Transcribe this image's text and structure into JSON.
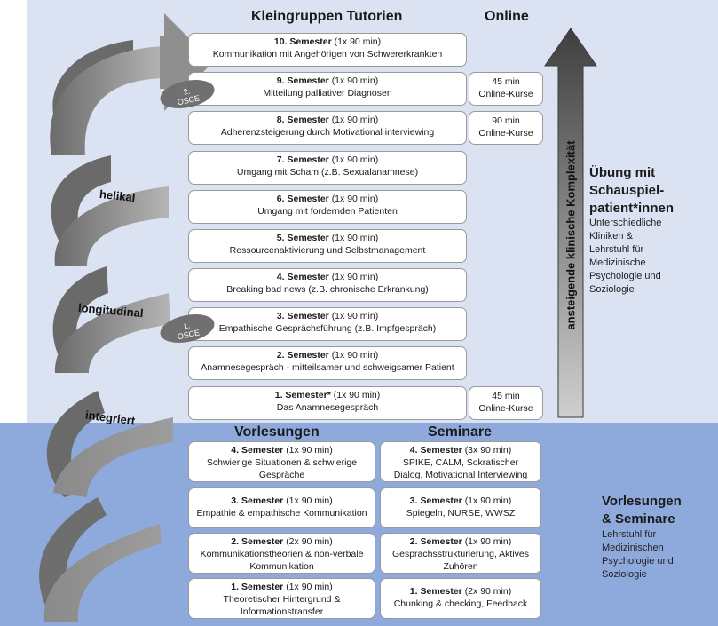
{
  "headers": {
    "tutorien": "Kleingruppen Tutorien",
    "online": "Online",
    "vorlesungen": "Vorlesungen",
    "seminare": "Seminare"
  },
  "spiral_labels": [
    "helikal",
    "longitudinal",
    "integriert"
  ],
  "osce": [
    {
      "line1": "2.",
      "line2": "OSCE"
    },
    {
      "line1": "1.",
      "line2": "OSCE"
    }
  ],
  "tutorien": [
    {
      "sem": "10. Semester",
      "dur": "(1x 90 min)",
      "topic": "Kommunikation mit Angehörigen von Schwererkrankten"
    },
    {
      "sem": "9. Semester",
      "dur": "(1x 90 min)",
      "topic": "Mitteilung palliativer Diagnosen"
    },
    {
      "sem": "8. Semester",
      "dur": "(1x 90 min)",
      "topic": "Adherenzsteigerung durch Motivational interviewing"
    },
    {
      "sem": "7. Semester",
      "dur": "(1x 90 min)",
      "topic": "Umgang mit Scham (z.B. Sexualanamnese)"
    },
    {
      "sem": "6. Semester",
      "dur": "(1x 90 min)",
      "topic": "Umgang mit fordernden Patienten"
    },
    {
      "sem": "5. Semester",
      "dur": "(1x 90 min)",
      "topic": "Ressourcenaktivierung und Selbstmanagement"
    },
    {
      "sem": "4. Semester",
      "dur": "(1x 90 min)",
      "topic": "Breaking bad news (z.B. chronische Erkrankung)"
    },
    {
      "sem": "3. Semester",
      "dur": "(1x 90 min)",
      "topic": "Empathische Gesprächsführung (z.B. Impfgespräch)"
    },
    {
      "sem": "2. Semester",
      "dur": "(1x 90 min)",
      "topic": "Anamnesegespräch - mitteilsamer und schweigsamer Patient"
    },
    {
      "sem": "1. Semester*",
      "dur": "(1x 90 min)",
      "topic": "Das Anamnesegespräch"
    }
  ],
  "online": [
    {
      "line1": "45 min",
      "line2": "Online-Kurse"
    },
    {
      "line1": "90 min",
      "line2": "Online-Kurse"
    },
    {
      "line1": "45 min",
      "line2": "Online-Kurse"
    }
  ],
  "vorlesungen": [
    {
      "sem": "4. Semester",
      "dur": "(1x 90 min)",
      "l1": "Schwierige Situationen & schwierige",
      "l2": "Gespräche"
    },
    {
      "sem": "3. Semester",
      "dur": "(1x 90 min)",
      "l1": "Empathie & empathische Kommunikation",
      "l2": ""
    },
    {
      "sem": "2. Semester",
      "dur": "(2x 90 min)",
      "l1": "Kommunikationstheorien & non-verbale",
      "l2": "Kommunikation"
    },
    {
      "sem": "1. Semester",
      "dur": "(1x 90 min)",
      "l1": "Theoretischer Hintergrund &",
      "l2": "Informationstransfer"
    }
  ],
  "seminare": [
    {
      "sem": "4. Semester",
      "dur": "(3x 90 min)",
      "l1": "SPIKE, CALM, Sokratischer",
      "l2": "Dialog, Motivational Interviewing"
    },
    {
      "sem": "3. Semester",
      "dur": "(1x 90 min)",
      "l1": "Spiegeln, NURSE, WWSZ",
      "l2": ""
    },
    {
      "sem": "2. Semester",
      "dur": "(1x 90 min)",
      "l1": "Gesprächsstrukturierung, Aktives",
      "l2": "Zuhören"
    },
    {
      "sem": "1. Semester",
      "dur": "(2x 90 min)",
      "l1": "Chunking & checking, Feedback",
      "l2": ""
    }
  ],
  "arrow_text": "ansteigende klinische Komplexität",
  "side_top": {
    "title": [
      "Übung mit",
      "Schauspiel-",
      "patient*innen"
    ],
    "sub": [
      "Unterschiedliche",
      "Kliniken &",
      "Lehrstuhl für",
      "Medizinische",
      "Psychologie und",
      "Soziologie"
    ]
  },
  "side_bottom": {
    "title": [
      "Vorlesungen",
      "& Seminare"
    ],
    "sub": [
      "Lehrstuhl für",
      "Medizinischen",
      "Psychologie und",
      "Soziologie"
    ]
  },
  "colors": {
    "top_bg": "#dbe3f3",
    "bottom_bg": "#8eaadc",
    "osce": "#707070",
    "arrow_dark": "#555555"
  }
}
